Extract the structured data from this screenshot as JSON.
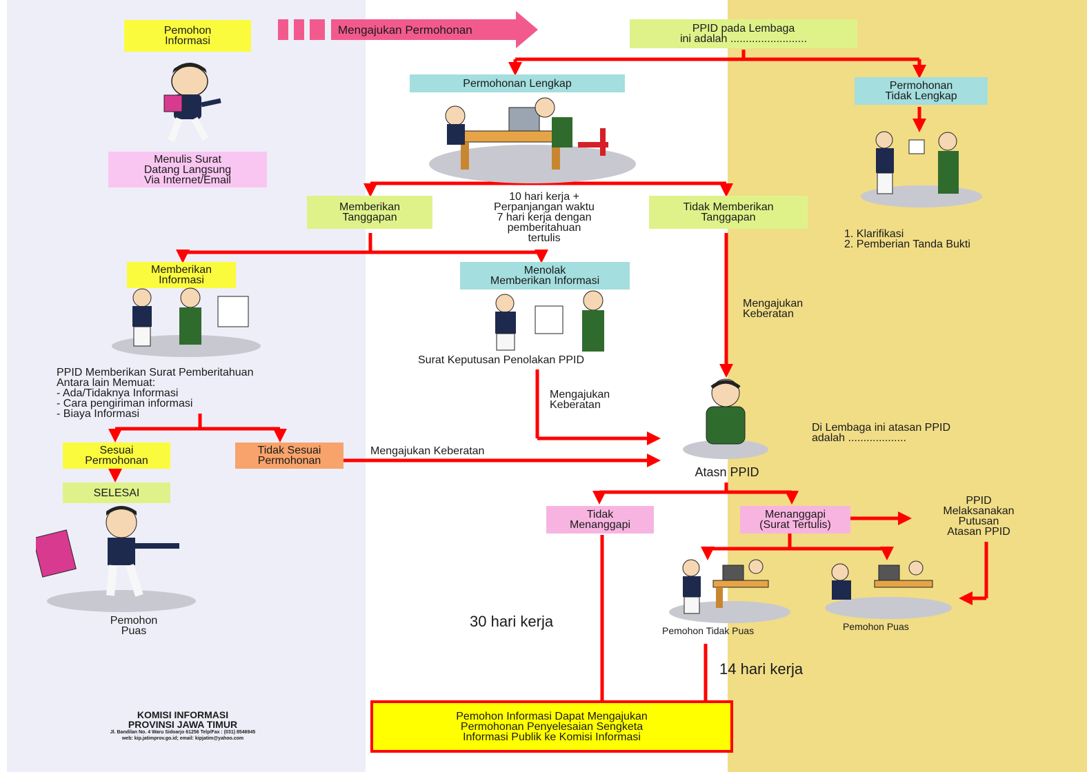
{
  "top": {
    "requester": "Pemohon\nInformasi",
    "submit_arrow": "Mengajukan Permohonan",
    "institution_ppid": "PPID pada Lembaga\nini adalah ........................."
  },
  "request_channels": "Menulis Surat\nDatang Langsung\nVia Internet/Email",
  "complete": "Permohonan Lengkap",
  "incomplete": "Permohonan\nTidak Lengkap",
  "incomplete_steps": "1. Klarifikasi\n2. Pemberian Tanda Bukti",
  "response_time": "10 hari kerja +\nPerpanjangan waktu\n7 hari kerja dengan\npemberitahuan\ntertulis",
  "give_response": "Memberikan\nTanggapan",
  "no_response": "Tidak Memberikan\nTanggapan",
  "give_info": "Memberikan\nInformasi",
  "refuse_info": "Menolak\nMemberikan Informasi",
  "refusal_letter": "Surat Keputusan Penolakan PPID",
  "notification_letter": "PPID Memberikan Surat Pemberitahuan\nAntara lain Memuat:\n- Ada/Tidaknya Informasi\n- Cara pengiriman informasi\n- Biaya Informasi",
  "matches_request": "Sesuai\nPermohonan",
  "not_matches_request": "Tidak Sesuai\nPermohonan",
  "done": "SELESAI",
  "satisfied_left": "Pemohon\nPuas",
  "objection_1": "Mengajukan\nKeberatan",
  "objection_2": "Mengajukan\nKeberatan",
  "objection_3": "Mengajukan Keberatan",
  "superior_note": "Di Lembaga ini atasan PPID\nadalah ...................",
  "superior_label": "Atasn PPID",
  "no_reply": "Tidak\nMenanggapi",
  "reply": "Menanggapi\n(Surat Tertulis)",
  "ppid_execute": "PPID\nMelaksanakan\nPutusan\nAtasan PPID",
  "not_satisfied": "Pemohon Tidak Puas",
  "satisfied_right": "Pemohon Puas",
  "days_30": "30 hari kerja",
  "days_14": "14 hari kerja",
  "final_box": "Pemohon Informasi Dapat Mengajukan\nPermohonan Penyelesaian Sengketa\nInformasi Publik ke Komisi Informasi",
  "footer": {
    "title": "KOMISI INFORMASI\nPROVINSI JAWA TIMUR",
    "address": "Jl. Bandilan No. 4 Waru Sidoarjo 61256 Telp/Fax : (031) 8546945\nweb: kip.jatimprov.go.id; email: kipjatim@yahoo.com"
  },
  "colors": {
    "arrow": "#ff0000",
    "submit_arrow": "#f25a8e",
    "left_panel": "#eeeef8",
    "right_panel": "#f0dd86"
  }
}
